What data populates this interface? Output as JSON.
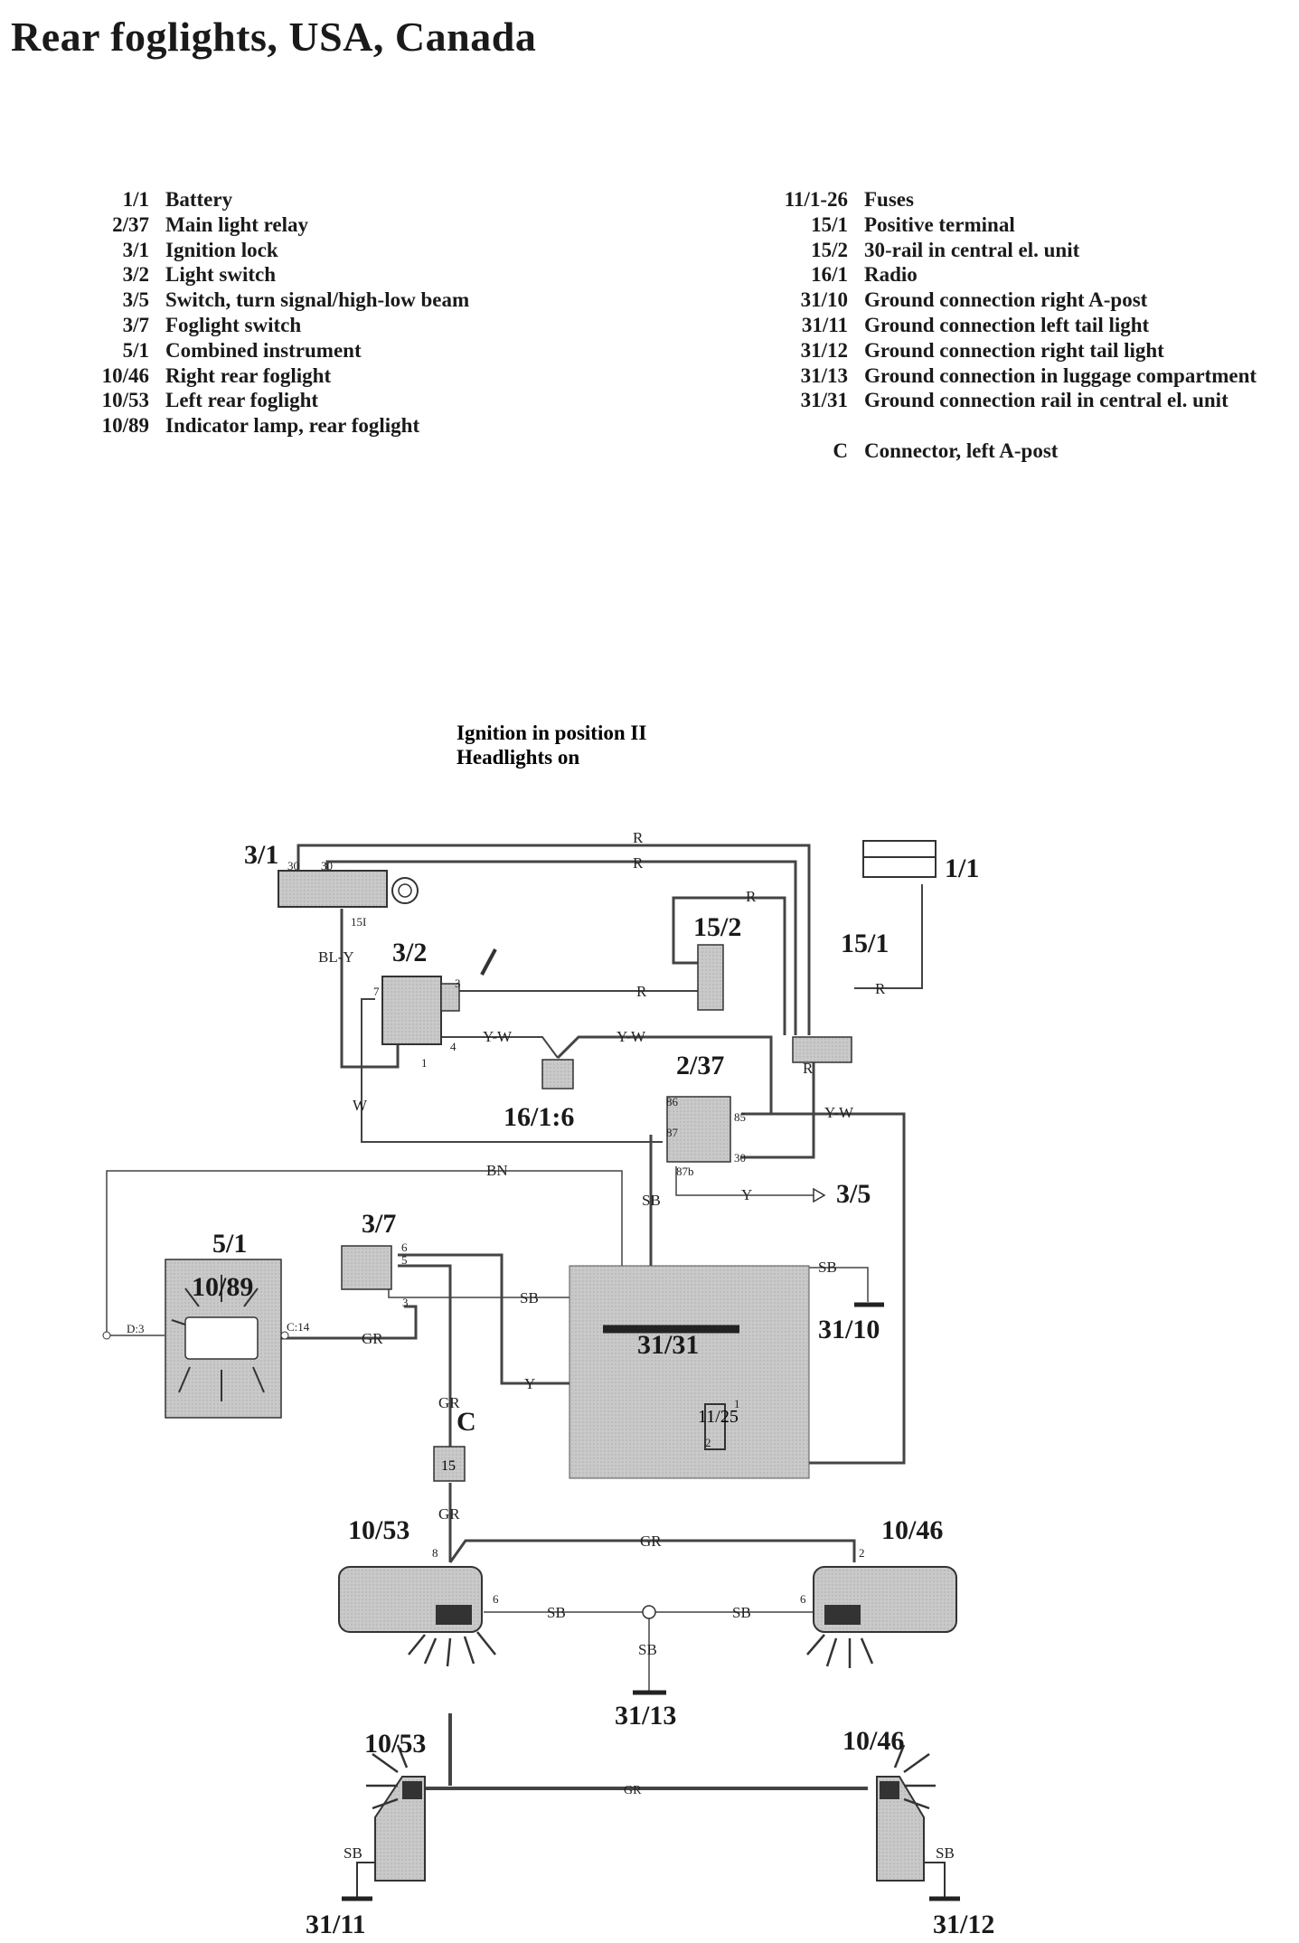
{
  "title": "Rear foglights, USA, Canada",
  "legend_left": [
    {
      "code": "1/1",
      "label": "Battery"
    },
    {
      "code": "2/37",
      "label": "Main light relay"
    },
    {
      "code": "3/1",
      "label": "Ignition lock"
    },
    {
      "code": "3/2",
      "label": "Light switch"
    },
    {
      "code": "3/5",
      "label": "Switch, turn signal/high-low beam"
    },
    {
      "code": "3/7",
      "label": "Foglight switch"
    },
    {
      "code": "5/1",
      "label": "Combined instrument"
    },
    {
      "code": "10/46",
      "label": "Right rear foglight"
    },
    {
      "code": "10/53",
      "label": "Left rear foglight"
    },
    {
      "code": "10/89",
      "label": "Indicator lamp, rear foglight"
    }
  ],
  "legend_right": [
    {
      "code": "11/1-26",
      "label": "Fuses"
    },
    {
      "code": "15/1",
      "label": "Positive terminal"
    },
    {
      "code": "15/2",
      "label": "30-rail in central el. unit"
    },
    {
      "code": "16/1",
      "label": "Radio"
    },
    {
      "code": "31/10",
      "label": "Ground connection right A-post"
    },
    {
      "code": "31/11",
      "label": "Ground connection left tail light"
    },
    {
      "code": "31/12",
      "label": "Ground connection right tail light"
    },
    {
      "code": "31/13",
      "label": "Ground connection in luggage compartment"
    },
    {
      "code": "31/31",
      "label": "Ground connection rail in central el. unit"
    }
  ],
  "legend_right_extra": {
    "code": "C",
    "label": "Connector, left A-post"
  },
  "conditions": [
    "Ignition in position II",
    "Headlights on"
  ],
  "components": {
    "c3_1": "3/1",
    "c1_1": "1/1",
    "c3_2": "3/2",
    "c15_2": "15/2",
    "c15_1": "15/1",
    "c16_1_6": "16/1:6",
    "c2_37": "2/37",
    "c3_5": "3/5",
    "c5_1": "5/1",
    "c10_89": "10/89",
    "c3_7": "3/7",
    "c31_31": "31/31",
    "c31_10": "31/10",
    "c11_25": "11/25",
    "connC": "C",
    "c10_53a": "10/53",
    "c10_46a": "10/46",
    "c31_13": "31/13",
    "c10_53b": "10/53",
    "c10_46b": "10/46",
    "c31_11": "31/11",
    "c31_12": "31/12",
    "fuse15": "15"
  },
  "wires": {
    "r1": "R",
    "r2": "R",
    "r3": "R",
    "r4": "R",
    "r5": "R",
    "r6": "R",
    "bly": "BL-Y",
    "yw1": "Y-W",
    "yw2": "Y-W",
    "yw3": "Y-W",
    "w": "W",
    "bn": "BN",
    "sb_relay": "SB",
    "y35": "Y",
    "sb1": "SB",
    "gr1": "GR",
    "sb3110": "SB",
    "y": "Y",
    "grC1": "GR",
    "grC2": "GR",
    "gr_top": "GR",
    "sb_l": "SB",
    "sb_r": "SB",
    "sb_down": "SB",
    "gr_bottom": "GR",
    "sb_bl": "SB",
    "sb_br": "SB"
  },
  "pins": {
    "p30a": "30",
    "p30b": "30",
    "p15i": "15I",
    "p7": "7",
    "p3": "3",
    "p4": "4",
    "p1": "1",
    "p86": "86",
    "p85": "85",
    "p87": "87",
    "p87b": "87b",
    "p30r": "30",
    "pd3": "D:3",
    "pc14": "C:14",
    "p6": "6",
    "p5": "5",
    "p3b": "3",
    "pf1": "1",
    "pf2": "2",
    "p8": "8",
    "p6l": "6",
    "p2r": "2",
    "p6r": "6"
  }
}
